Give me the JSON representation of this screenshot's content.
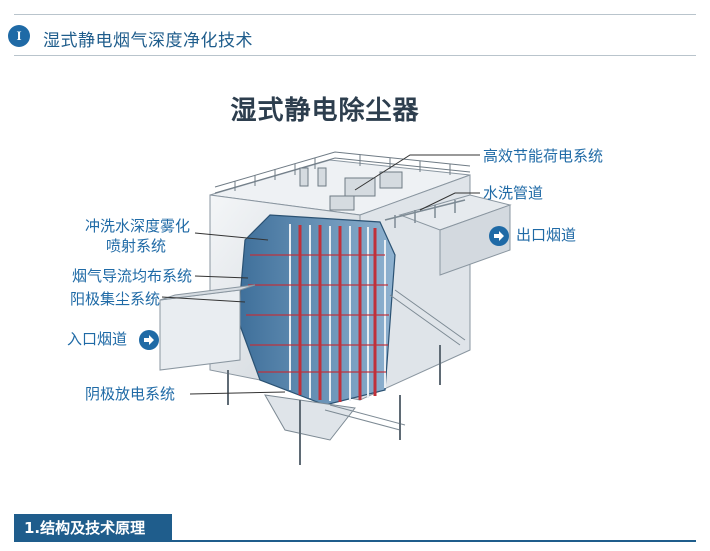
{
  "header": {
    "badge": "I",
    "title": "湿式静电烟气深度净化技术"
  },
  "diagram": {
    "title": "湿式静电除尘器",
    "labels": {
      "charging_system": "高效节能荷电系统",
      "wash_pipe": "水洗管道",
      "outlet_flue": "出口烟道",
      "spray_line1": "冲洗水深度雾化",
      "spray_line2": "喷射系统",
      "flow_distribution": "烟气导流均布系统",
      "anode_collection": "阳极集尘系统",
      "inlet_flue": "入口烟道",
      "cathode_discharge": "阴极放电系统"
    },
    "icons": [
      "arrow-right-circle-icon"
    ]
  },
  "footer": {
    "section_label": "1.结构及技术原理"
  },
  "colors": {
    "accent": "#1f6aa6",
    "section_bar": "#1f5d8c",
    "electrode_red": "#c0303a"
  }
}
